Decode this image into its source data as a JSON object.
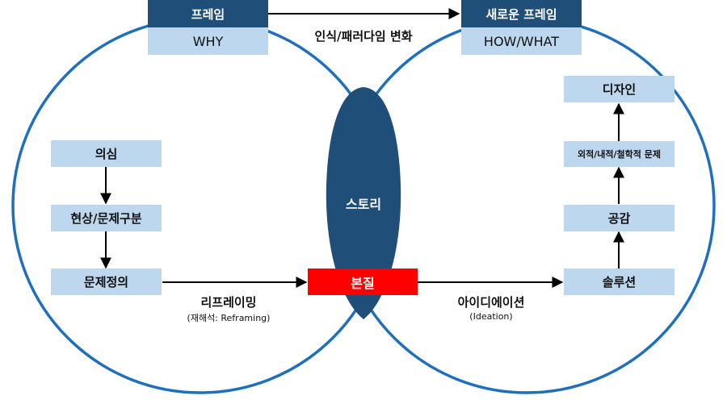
{
  "top_left": {
    "header": "프레임",
    "sub": "WHY"
  },
  "top_right": {
    "header": "새로운 프레임",
    "sub": "HOW/WHAT"
  },
  "top_arrow_label": "인식/패러다임 변화",
  "center": {
    "story": "스토리",
    "essence": "본질"
  },
  "left_flow": [
    "의심",
    "현상/문제구분",
    "문제정의"
  ],
  "right_flow": [
    "디자인",
    "외적/내적/철학적 문제",
    "공감",
    "솔루션"
  ],
  "reframing": {
    "label": "리프레이밍",
    "sub": "(재해석: Reframing)"
  },
  "ideation": {
    "label": "아이디에이션",
    "sub": "(Ideation)"
  },
  "colors": {
    "circle": "#1f6fbf",
    "dark": "#1f4e79",
    "light": "#bdd7ee",
    "essence": "#ff0000"
  }
}
